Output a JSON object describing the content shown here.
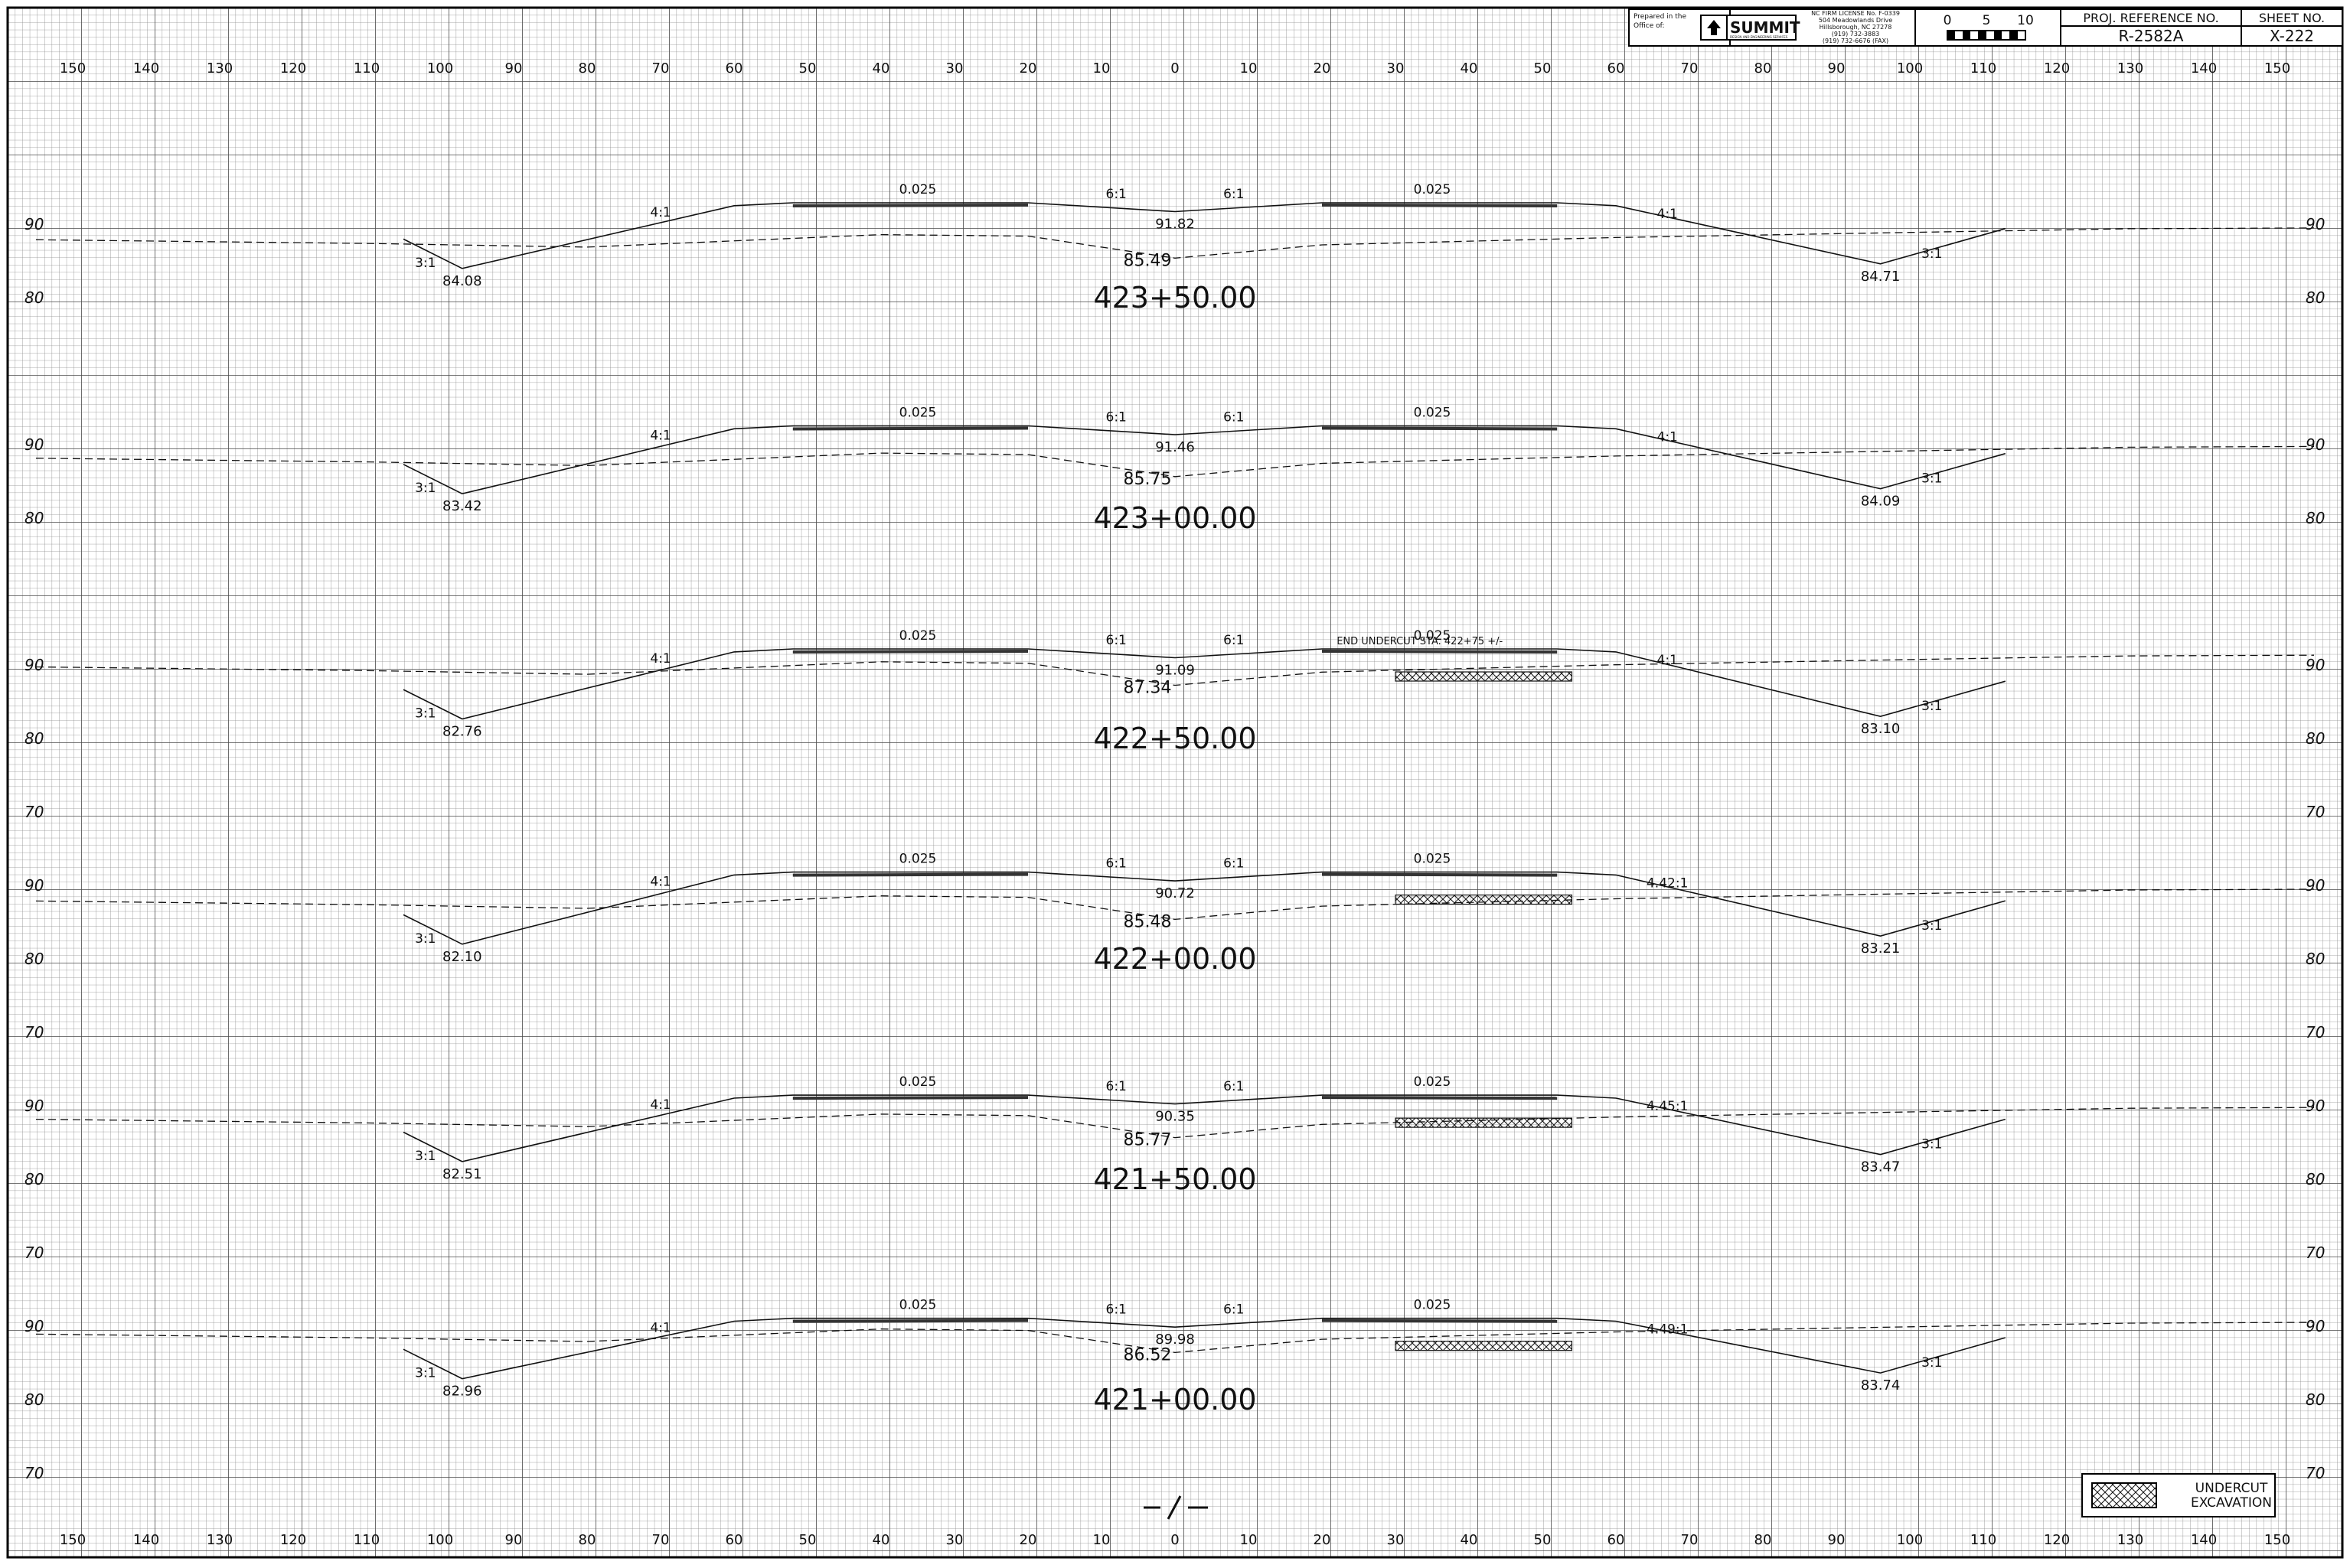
{
  "title_block": {
    "prepared_line1": "Prepared in the",
    "prepared_line2": "Office of:",
    "firm_name": "SUMMIT",
    "firm_tagline": "DESIGN AND ENGINEERING SERVICES",
    "license_line": "NC FIRM LICENSE No. F-0339",
    "address_line1": "504 Meadowlands Drive",
    "address_line2": "Hillsborough, NC 27278",
    "phone": "(919) 732-3883",
    "fax": "(919) 732-6676 (FAX)",
    "scale_labels": [
      "0",
      "5",
      "10"
    ],
    "proj_ref_label": "PROJ. REFERENCE NO.",
    "proj_ref_value": "R-2582A",
    "sheet_no_label": "SHEET NO.",
    "sheet_no_value": "X-222"
  },
  "x_axis_labels": [
    "150",
    "140",
    "130",
    "120",
    "110",
    "100",
    "90",
    "80",
    "70",
    "60",
    "50",
    "40",
    "30",
    "20",
    "10",
    "0",
    "10",
    "20",
    "30",
    "40",
    "50",
    "60",
    "70",
    "80",
    "90",
    "100",
    "110",
    "120",
    "130",
    "140",
    "150"
  ],
  "cross_sections": [
    {
      "station": "423+50.00",
      "elev_labels": [
        "90",
        "80"
      ],
      "slopes": {
        "cross_left": "0.025",
        "cross_right": "0.025",
        "ditch_left": "6:1",
        "ditch_right": "6:1",
        "fill_left": "4:1",
        "fill_right": "4:1",
        "back_left": "3:1",
        "back_right": "3:1"
      },
      "elevations": {
        "centerline": "91.82",
        "ground": "85.49",
        "left_toe": "84.08",
        "right_toe": "84.71"
      },
      "note": "",
      "undercut": false
    },
    {
      "station": "423+00.00",
      "elev_labels": [
        "90",
        "80"
      ],
      "slopes": {
        "cross_left": "0.025",
        "cross_right": "0.025",
        "ditch_left": "6:1",
        "ditch_right": "6:1",
        "fill_left": "4:1",
        "fill_right": "4:1",
        "back_left": "3:1",
        "back_right": "3:1"
      },
      "elevations": {
        "centerline": "91.46",
        "ground": "85.75",
        "left_toe": "83.42",
        "right_toe": "84.09"
      },
      "note": "",
      "undercut": false
    },
    {
      "station": "422+50.00",
      "elev_labels": [
        "90",
        "80",
        "70"
      ],
      "slopes": {
        "cross_left": "0.025",
        "cross_right": "0.025",
        "ditch_left": "6:1",
        "ditch_right": "6:1",
        "fill_left": "4:1",
        "fill_right": "4:1",
        "back_left": "3:1",
        "back_right": "3:1"
      },
      "elevations": {
        "centerline": "91.09",
        "ground": "87.34",
        "left_toe": "82.76",
        "right_toe": "83.10"
      },
      "note": "END UNDERCUT  STA. 422+75 +/-",
      "undercut": true
    },
    {
      "station": "422+00.00",
      "elev_labels": [
        "90",
        "80",
        "70"
      ],
      "slopes": {
        "cross_left": "0.025",
        "cross_right": "0.025",
        "ditch_left": "6:1",
        "ditch_right": "6:1",
        "fill_left": "4:1",
        "fill_right": "4.42:1",
        "back_left": "3:1",
        "back_right": "3:1"
      },
      "elevations": {
        "centerline": "90.72",
        "ground": "85.48",
        "left_toe": "82.10",
        "right_toe": "83.21"
      },
      "note": "",
      "undercut": true
    },
    {
      "station": "421+50.00",
      "elev_labels": [
        "90",
        "80",
        "70"
      ],
      "slopes": {
        "cross_left": "0.025",
        "cross_right": "0.025",
        "ditch_left": "6:1",
        "ditch_right": "6:1",
        "fill_left": "4:1",
        "fill_right": "4.45:1",
        "back_left": "3:1",
        "back_right": "3:1"
      },
      "elevations": {
        "centerline": "90.35",
        "ground": "85.77",
        "left_toe": "82.51",
        "right_toe": "83.47"
      },
      "note": "",
      "undercut": true
    },
    {
      "station": "421+00.00",
      "elev_labels": [
        "90",
        "80",
        "70"
      ],
      "slopes": {
        "cross_left": "0.025",
        "cross_right": "0.025",
        "ditch_left": "6:1",
        "ditch_right": "6:1",
        "fill_left": "4:1",
        "fill_right": "4.49:1",
        "back_left": "3:1",
        "back_right": "3:1"
      },
      "elevations": {
        "centerline": "89.98",
        "ground": "86.52",
        "left_toe": "82.96",
        "right_toe": "83.74"
      },
      "note": "",
      "undercut": true
    }
  ],
  "legend": {
    "line1": "UNDERCUT",
    "line2": "EXCAVATION"
  },
  "colors": {
    "grid_minor": "#8a8a8a",
    "grid_major": "#555555",
    "ink": "#111111"
  }
}
